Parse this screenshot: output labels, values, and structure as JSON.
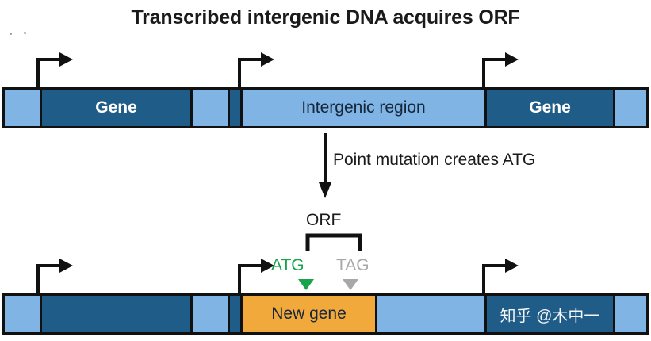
{
  "figure": {
    "title": "Transcribed intergenic DNA acquires ORF",
    "colors": {
      "light_blue": "#7fb4e4",
      "dark_blue": "#1f5c87",
      "orange": "#f2a93b",
      "outline": "#111111",
      "atg_green": "#17a44a",
      "tag_gray": "#a8a8a8",
      "text_dark": "#1a1a1a"
    }
  },
  "top_locus": {
    "segments": [
      {
        "label": "",
        "type": "light"
      },
      {
        "label": "Gene",
        "type": "dark"
      },
      {
        "label": "",
        "type": "light"
      },
      {
        "label": "",
        "type": "dark"
      },
      {
        "label": "Intergenic region",
        "type": "light"
      },
      {
        "label": "Gene",
        "type": "dark"
      },
      {
        "label": "",
        "type": "light"
      }
    ],
    "promoters": [
      {
        "name": "promoter-gene-left"
      },
      {
        "name": "promoter-intergenic"
      },
      {
        "name": "promoter-gene-right"
      }
    ]
  },
  "transition": {
    "caption": "Point mutation creates ATG",
    "arrow": "down-arrow"
  },
  "orf": {
    "label": "ORF",
    "start_codon": "ATG",
    "stop_codon": "TAG"
  },
  "bottom_locus": {
    "segments": [
      {
        "label": "",
        "type": "light"
      },
      {
        "label": "",
        "type": "dark"
      },
      {
        "label": "",
        "type": "light"
      },
      {
        "label": "",
        "type": "dark"
      },
      {
        "label": "New gene",
        "type": "orange"
      },
      {
        "label": "",
        "type": "light"
      },
      {
        "label": "知乎 @木中一",
        "type": "dark"
      },
      {
        "label": "",
        "type": "light"
      }
    ],
    "promoters": [
      {
        "name": "promoter-old-gene"
      },
      {
        "name": "promoter-new-gene"
      },
      {
        "name": "promoter-gene-right"
      }
    ]
  }
}
